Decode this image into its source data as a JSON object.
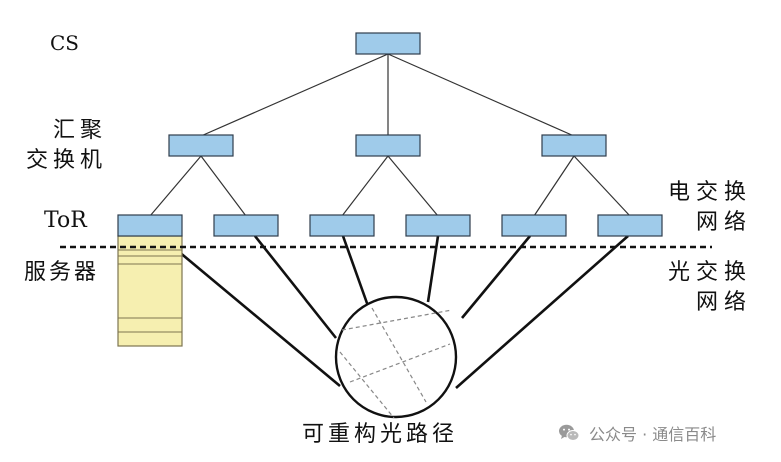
{
  "labels": {
    "cs": "CS",
    "aggregation_line1": "汇聚",
    "aggregation_line2": "交换机",
    "tor": "ToR",
    "server": "服务器",
    "electrical_line1": "电交换",
    "electrical_line2": "网络",
    "optical_line1": "光交换",
    "optical_line2": "网络",
    "optical_path": "可重构光路径"
  },
  "watermark": {
    "icon": "wechat-icon",
    "text": "公众号 · 通信百科"
  },
  "colors": {
    "switch_fill": "#9fcbea",
    "switch_stroke": "#2f3d4c",
    "server_fill": "#f6efb0",
    "server_stroke": "#7d7450",
    "line": "#333333",
    "thick_line": "#111111",
    "dashed_crossing": "#888888",
    "watermark": "#8a8a8a"
  }
}
